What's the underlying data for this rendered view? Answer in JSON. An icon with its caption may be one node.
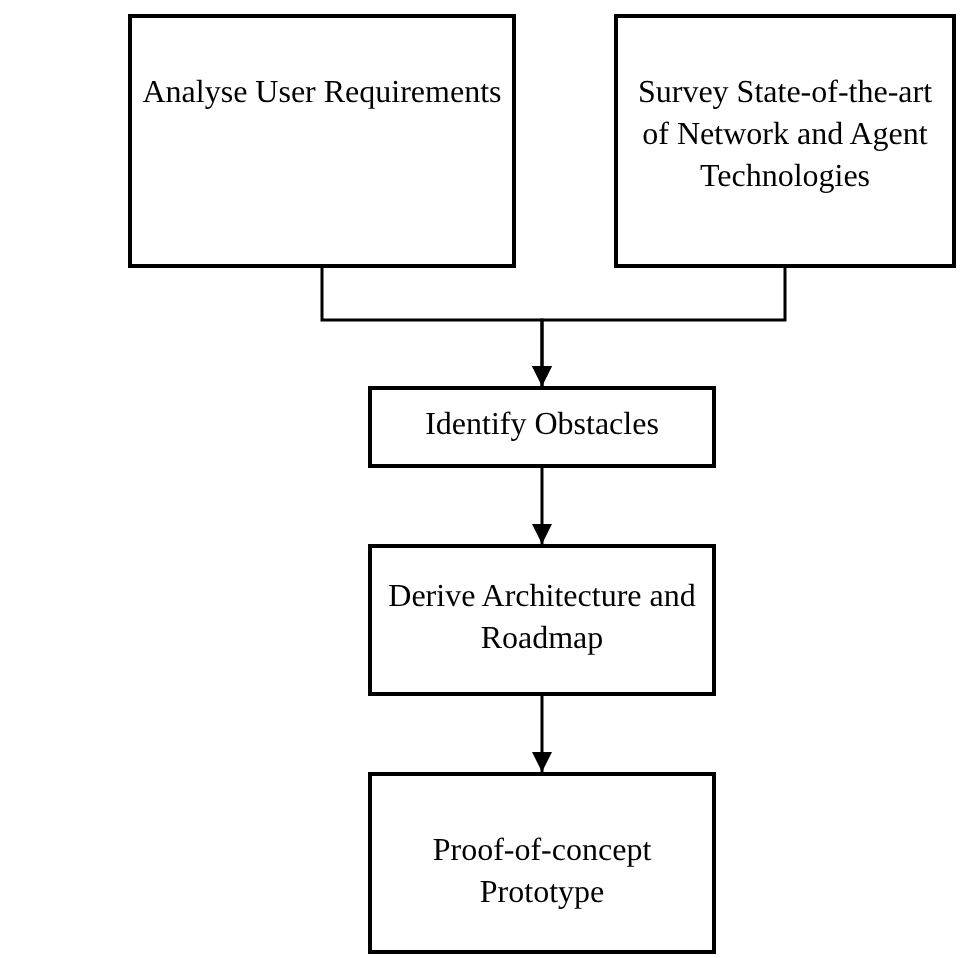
{
  "diagram": {
    "nodes": [
      {
        "text": [
          "Analyse User Requirements"
        ]
      },
      {
        "text": [
          "Survey State-of-the-art of Network and Agent Technologies"
        ]
      },
      {
        "text": [
          "Identify Obstacles"
        ]
      },
      {
        "text": [
          "Derive Architecture and Roadmap"
        ]
      },
      {
        "text": [
          "Proof-of-concept Prototype"
        ]
      }
    ],
    "edges": [
      {
        "from": 0,
        "to": 2,
        "arrow": "to"
      },
      {
        "from": 1,
        "to": 2,
        "arrow": "to"
      },
      {
        "from": 2,
        "to": 3,
        "arrow": "to"
      },
      {
        "from": 3,
        "to": 4,
        "arrow": "to"
      }
    ]
  }
}
